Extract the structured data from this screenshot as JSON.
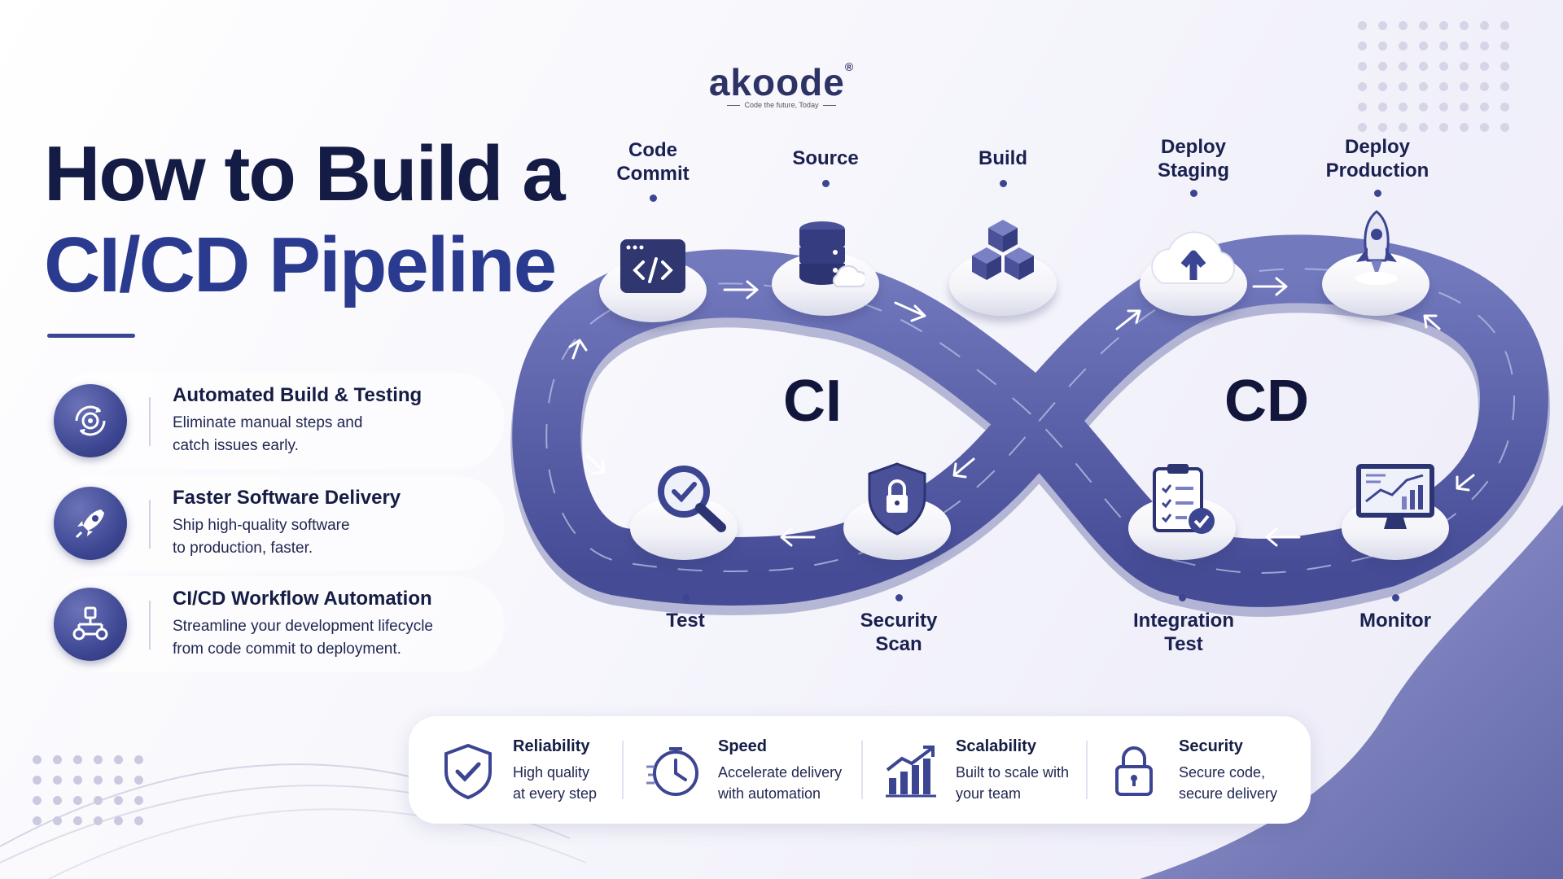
{
  "logo": {
    "name": "akoode",
    "registered": "®",
    "tagline": "Code the future, Today"
  },
  "title": {
    "line1": "How to Build a",
    "line2": "CI/CD Pipeline"
  },
  "features": [
    {
      "icon": "gear-cycle-icon",
      "title": "Automated Build & Testing",
      "desc1": "Eliminate manual steps and",
      "desc2": "catch issues early."
    },
    {
      "icon": "rocket-icon",
      "title": "Faster Software Delivery",
      "desc1": "Ship high-quality software",
      "desc2": "to production, faster."
    },
    {
      "icon": "workflow-icon",
      "title": "CI/CD Workflow Automation",
      "desc1": "Streamline your development lifecycle",
      "desc2": "from code commit to deployment."
    }
  ],
  "diagram": {
    "ci_label": "CI",
    "cd_label": "CD",
    "stages": {
      "code_commit": {
        "line1": "Code",
        "line2": "Commit",
        "icon": "code-icon"
      },
      "source": {
        "line1": "Source",
        "line2": "",
        "icon": "database-cloud-icon"
      },
      "build": {
        "line1": "Build",
        "line2": "",
        "icon": "cubes-icon"
      },
      "deploy_staging": {
        "line1": "Deploy",
        "line2": "Staging",
        "icon": "cloud-upload-icon"
      },
      "deploy_production": {
        "line1": "Deploy",
        "line2": "Production",
        "icon": "rocket-icon"
      },
      "test": {
        "line1": "Test",
        "line2": "",
        "icon": "magnifier-check-icon"
      },
      "security_scan": {
        "line1": "Security",
        "line2": "Scan",
        "icon": "shield-lock-icon"
      },
      "integration_test": {
        "line1": "Integration",
        "line2": "Test",
        "icon": "clipboard-check-icon"
      },
      "monitor": {
        "line1": "Monitor",
        "line2": "",
        "icon": "monitor-chart-icon"
      }
    }
  },
  "benefits": [
    {
      "icon": "shield-check-icon",
      "title": "Reliability",
      "desc1": "High quality",
      "desc2": "at every step"
    },
    {
      "icon": "clock-speed-icon",
      "title": "Speed",
      "desc1": "Accelerate delivery",
      "desc2": "with automation"
    },
    {
      "icon": "bar-chart-growth-icon",
      "title": "Scalability",
      "desc1": "Built to scale with",
      "desc2": "your team"
    },
    {
      "icon": "padlock-icon",
      "title": "Security",
      "desc1": "Secure code,",
      "desc2": "secure delivery"
    }
  ],
  "colors": {
    "primary": "#3c4591",
    "dark": "#141b45",
    "accent": "#2a3a8f",
    "road": "#5a61a8",
    "background": "#f3f3fa"
  }
}
